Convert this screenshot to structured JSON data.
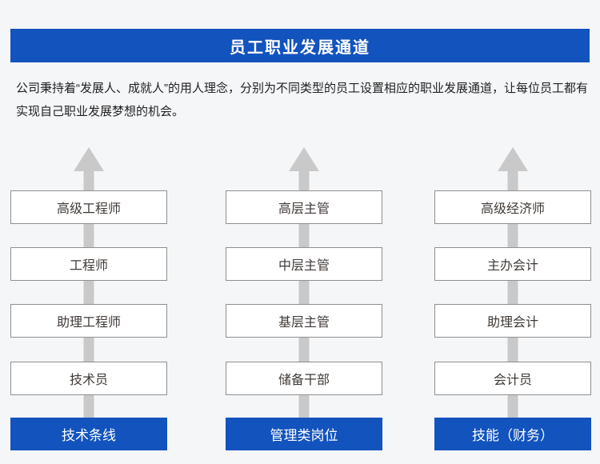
{
  "header": {
    "title": "员工职业发展通道"
  },
  "intro": {
    "text": "公司秉持着“发展人、成就人”的用人理念，分别为不同类型的员工设置相应的职业发展通道，让每位员工都有实现自己职业发展梦想的机会。"
  },
  "ladders": [
    {
      "name": "technical",
      "levels": [
        "高级工程师",
        "工程师",
        "助理工程师",
        "技术员"
      ],
      "category": "技术条线"
    },
    {
      "name": "management",
      "levels": [
        "高层主管",
        "中层主管",
        "基层主管",
        "储备干部"
      ],
      "category": "管理类岗位"
    },
    {
      "name": "finance-skill",
      "levels": [
        "高级经济师",
        "主办会计",
        "助理会计",
        "会计员"
      ],
      "category": "技能（财务）"
    }
  ],
  "colors": {
    "accent_blue": "#1253be",
    "page_bg": "#f5f6f8",
    "arrow_gray": "#c9c9c9",
    "box_border": "#8f8f8f",
    "box_text": "#3f3a37",
    "intro_text": "#222222"
  }
}
